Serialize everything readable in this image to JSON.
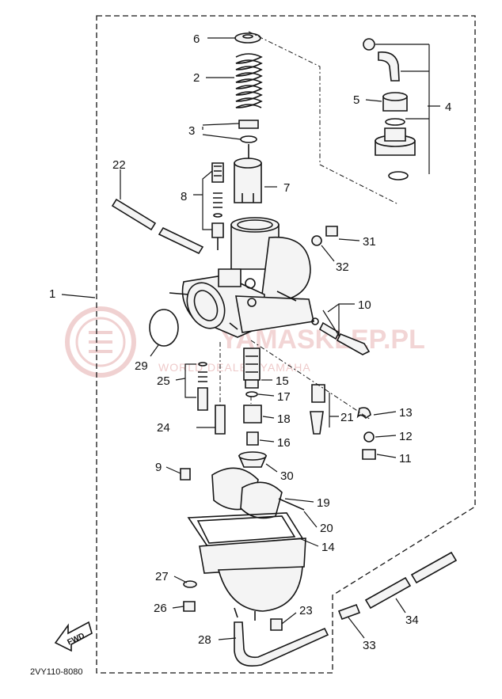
{
  "diagram": {
    "drawing_code": "2VY110-8080",
    "fwd_label": "FWD",
    "watermark": {
      "brand": "YAMASKLEP.PL",
      "tagline": "WORLD DEALER YAMAHA"
    },
    "callouts": [
      {
        "id": "c6",
        "text": "6"
      },
      {
        "id": "c2",
        "text": "2"
      },
      {
        "id": "c3",
        "text": "3"
      },
      {
        "id": "c22",
        "text": "22"
      },
      {
        "id": "c8",
        "text": "8"
      },
      {
        "id": "c7",
        "text": "7"
      },
      {
        "id": "c5",
        "text": "5"
      },
      {
        "id": "c4",
        "text": "4"
      },
      {
        "id": "c31",
        "text": "31"
      },
      {
        "id": "c32",
        "text": "32"
      },
      {
        "id": "c1",
        "text": "1"
      },
      {
        "id": "c10",
        "text": "10"
      },
      {
        "id": "c29",
        "text": "29"
      },
      {
        "id": "c15",
        "text": "15"
      },
      {
        "id": "c25",
        "text": "25"
      },
      {
        "id": "c17",
        "text": "17"
      },
      {
        "id": "c13",
        "text": "13"
      },
      {
        "id": "c18",
        "text": "18"
      },
      {
        "id": "c21",
        "text": "21"
      },
      {
        "id": "c12",
        "text": "12"
      },
      {
        "id": "c24",
        "text": "24"
      },
      {
        "id": "c16",
        "text": "16"
      },
      {
        "id": "c11",
        "text": "11"
      },
      {
        "id": "c9",
        "text": "9"
      },
      {
        "id": "c30",
        "text": "30"
      },
      {
        "id": "c19",
        "text": "19"
      },
      {
        "id": "c20",
        "text": "20"
      },
      {
        "id": "c14",
        "text": "14"
      },
      {
        "id": "c27",
        "text": "27"
      },
      {
        "id": "c26",
        "text": "26"
      },
      {
        "id": "c23",
        "text": "23"
      },
      {
        "id": "c34",
        "text": "34"
      },
      {
        "id": "c28",
        "text": "28"
      },
      {
        "id": "c33",
        "text": "33"
      }
    ]
  }
}
